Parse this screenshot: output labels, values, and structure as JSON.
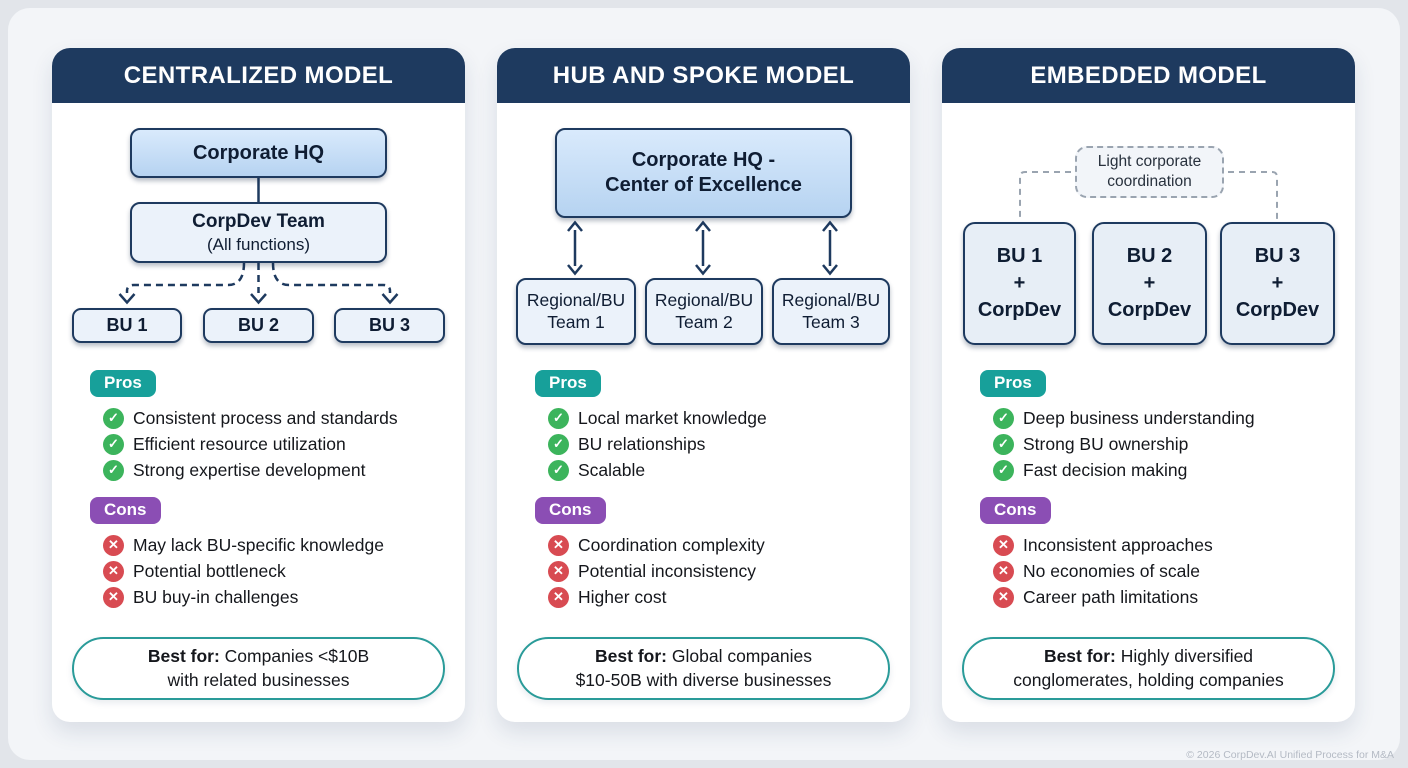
{
  "page": {
    "copyright": "© 2026 CorpDev.AI Unified Process for M&A"
  },
  "colors": {
    "header_navy": "#1e3a5f",
    "pros_teal": "#17a09a",
    "cons_purple": "#8b4eb4",
    "check_green": "#3cb45c",
    "x_red": "#d84b52",
    "pill_border_teal": "#2a9b99",
    "box_fill_blue": "#ebf2fa",
    "box_gradient_top": "#d9eafc",
    "box_gradient_bottom": "#b6d3f1"
  },
  "icons": {
    "pro": "check-circle-icon",
    "con": "x-circle-icon"
  },
  "models": [
    {
      "title": "CENTRALIZED MODEL",
      "diagram": {
        "hq": "Corporate HQ",
        "team_title": "CorpDev Team",
        "team_sub": "(All functions)",
        "bu1": "BU 1",
        "bu2": "BU 2",
        "bu3": "BU 3"
      },
      "pros_label": "Pros",
      "pros": [
        "Consistent process and standards",
        "Efficient resource utilization",
        "Strong expertise development"
      ],
      "cons_label": "Cons",
      "cons": [
        "May lack BU-specific knowledge",
        "Potential bottleneck",
        "BU buy-in challenges"
      ],
      "best_for": {
        "label": "Best for:",
        "line1": "Companies <$10B",
        "line2": "with related businesses"
      }
    },
    {
      "title": "HUB AND SPOKE MODEL",
      "diagram": {
        "hq_line1": "Corporate HQ -",
        "hq_line2": "Center of Excellence",
        "team1_line1": "Regional/BU",
        "team1_line2": "Team 1",
        "team2_line1": "Regional/BU",
        "team2_line2": "Team 2",
        "team3_line1": "Regional/BU",
        "team3_line2": "Team 3"
      },
      "pros_label": "Pros",
      "pros": [
        "Local market knowledge",
        "BU relationships",
        "Scalable"
      ],
      "cons_label": "Cons",
      "cons": [
        "Coordination complexity",
        "Potential inconsistency",
        "Higher cost"
      ],
      "best_for": {
        "label": "Best for:",
        "line1": "Global companies",
        "line2": "$10-50B with diverse businesses"
      }
    },
    {
      "title": "EMBEDDED MODEL",
      "diagram": {
        "coordination_line1": "Light corporate",
        "coordination_line2": "coordination",
        "bu1_line1": "BU 1",
        "bu1_line2": "+",
        "bu1_line3": "CorpDev",
        "bu2_line1": "BU 2",
        "bu2_line2": "+",
        "bu2_line3": "CorpDev",
        "bu3_line1": "BU 3",
        "bu3_line2": "+",
        "bu3_line3": "CorpDev"
      },
      "pros_label": "Pros",
      "pros": [
        "Deep business understanding",
        "Strong BU ownership",
        "Fast decision making"
      ],
      "cons_label": "Cons",
      "cons": [
        "Inconsistent approaches",
        "No economies of scale",
        "Career path limitations"
      ],
      "best_for": {
        "label": "Best for:",
        "line1": "Highly diversified",
        "line2": "conglomerates, holding companies"
      }
    }
  ]
}
